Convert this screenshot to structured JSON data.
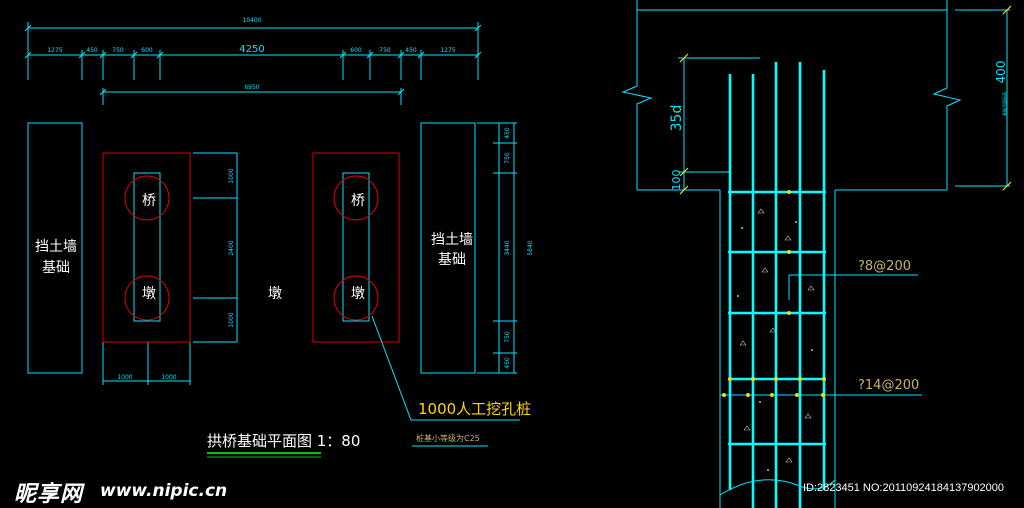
{
  "plan": {
    "dims": {
      "total": "10400",
      "seg_left": [
        "1275",
        "450",
        "750",
        "600"
      ],
      "middle": "4250",
      "seg_right": [
        "600",
        "750",
        "450",
        "1275"
      ],
      "inner": "6950",
      "v_left_top": "1000",
      "v_left_mid": "2400",
      "v_left_bot": "1000",
      "h_bottom_a": "1000",
      "h_bottom_b": "1000",
      "v_right_450_top": "450",
      "v_right_750_top": "750",
      "v_right_3440": "3440",
      "v_right_750_bot": "750",
      "v_right_450_bot": "450",
      "v_right_5840": "5840"
    },
    "labels": {
      "wall": [
        "挡土墙",
        "基础"
      ],
      "qiao": "桥",
      "dun": "墩",
      "dun_center": "墩",
      "pile_note": "1000人工挖孔桩",
      "pile_sub": "桩基小等级为C25",
      "title": "拱桥基础平面图 1：80"
    }
  },
  "section": {
    "dim_400": "400",
    "dim_35d": "35d",
    "dim_100": "100",
    "small_note": "基础顶面标高",
    "stirrup": "?8@200",
    "main_bar": "?14@200"
  },
  "watermark": {
    "logo": "昵享网",
    "url": "www.nipic.cn",
    "id": "ID:2823451 NO:20110924184137902000"
  },
  "colors": {
    "cyan": "#00e5ff",
    "cyan_bright": "#00ffff",
    "red": "#e00000",
    "white": "#ffffff",
    "yellow": "#ffd800",
    "green": "#00c800",
    "khaki": "#c8b464"
  }
}
